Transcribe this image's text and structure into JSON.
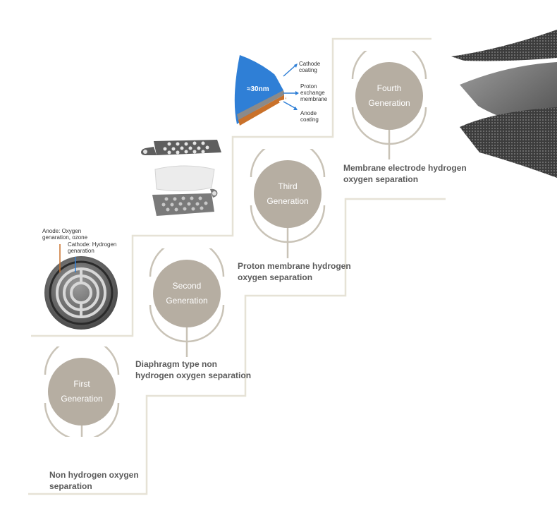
{
  "generations": [
    {
      "circle_line1": "First",
      "circle_line2": "Generation",
      "description_line1": "Non hydrogen oxygen",
      "description_line2": "separation"
    },
    {
      "circle_line1": "Second",
      "circle_line2": "Generation",
      "description_line1": "Diaphragm type non",
      "description_line2": "hydrogen oxygen separation"
    },
    {
      "circle_line1": "Third",
      "circle_line2": "Generation",
      "description_line1": "Proton membrane hydrogen",
      "description_line2": "oxygen separation"
    },
    {
      "circle_line1": "Fourth",
      "circle_line2": "Generation",
      "description_line1": "Membrane electrode hydrogen",
      "description_line2": "oxygen separation"
    }
  ],
  "electrode_annotations": {
    "anode_line1": "Anode: Oxygen",
    "anode_line2": "genaration, ozone",
    "cathode_line1": "Cathode: Hydrogen",
    "cathode_line2": "genaration"
  },
  "membrane_annotations": {
    "thickness": "≈30nm",
    "cathode_line1": "Cathode",
    "cathode_line2": "coating",
    "proton_line1": "Proton",
    "proton_line2": "exchange",
    "proton_line3": "membrane",
    "anode_line1": "Anode",
    "anode_line2": "coating"
  },
  "colors": {
    "circle_fill": "#b6aea2",
    "step_line": "#e6e2d6",
    "arc_stroke": "#c9c3b7",
    "text": "#5a5a5a",
    "membrane_blue": "#2f7fd6",
    "accent_orange": "#c9712a"
  }
}
